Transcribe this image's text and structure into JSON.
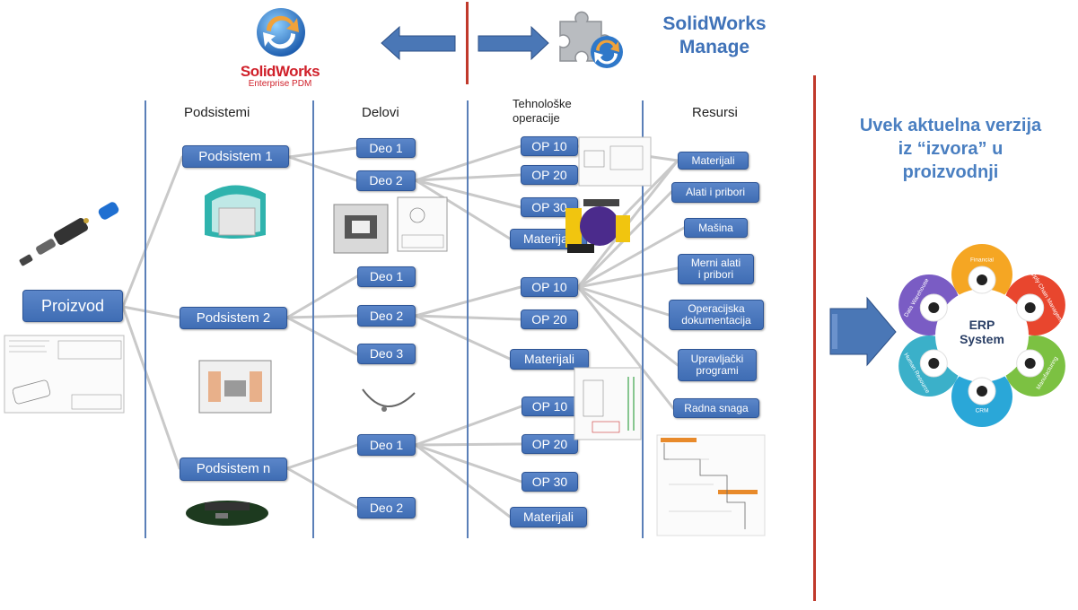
{
  "top": {
    "pdm_brand": "SolidWorks",
    "pdm_sub": "Enterprise PDM",
    "manage_title_1": "SolidWorks",
    "manage_title_2": "Manage"
  },
  "columns": {
    "podsistemi": "Podsistemi",
    "delovi": "Delovi",
    "tehnoloske_1": "Tehnološke",
    "tehnoloske_2": "operacije",
    "resursi": "Resursi"
  },
  "nodes": {
    "proizvod": "Proizvod",
    "podsistem1": "Podsistem 1",
    "podsistem2": "Podsistem 2",
    "podsistemn": "Podsistem n",
    "s1_deo1": "Deo 1",
    "s1_deo2": "Deo 2",
    "s2_deo1": "Deo 1",
    "s2_deo2": "Deo 2",
    "s2_deo3": "Deo 3",
    "sn_deo1": "Deo 1",
    "sn_deo2": "Deo 2",
    "g1_op10": "OP 10",
    "g1_op20": "OP 20",
    "g1_op30": "OP 30",
    "g1_mat": "Materijali",
    "g2_op10": "OP 10",
    "g2_op20": "OP 20",
    "g2_mat": "Materijali",
    "g3_op10": "OP 10",
    "g3_op20": "OP 20",
    "g3_op30": "OP 30",
    "g3_mat": "Materijali",
    "r_materijali": "Materijali",
    "r_alati": "Alati i pribori",
    "r_masina": "Mašina",
    "r_merni_1": "Merni alati",
    "r_merni_2": "i pribori",
    "r_oper_1": "Operacijska",
    "r_oper_2": "dokumentacija",
    "r_upr_1": "Upravljački",
    "r_upr_2": "programi",
    "r_radna": "Radna snaga"
  },
  "right_text": {
    "line1": "Uvek aktuelna verzija",
    "line2": "iz “izvora” u",
    "line3": "proizvodnji"
  },
  "erp": {
    "center_1": "ERP",
    "center_2": "System",
    "segments": [
      "Financial",
      "Supply Chain Management",
      "Manufacturing",
      "CRM",
      "Human Resource",
      "Data Warehouse"
    ],
    "colors": [
      "#f5a623",
      "#e8462e",
      "#7cc142",
      "#2aa7d8",
      "#3bb0c9",
      "#7a5cc4"
    ]
  }
}
